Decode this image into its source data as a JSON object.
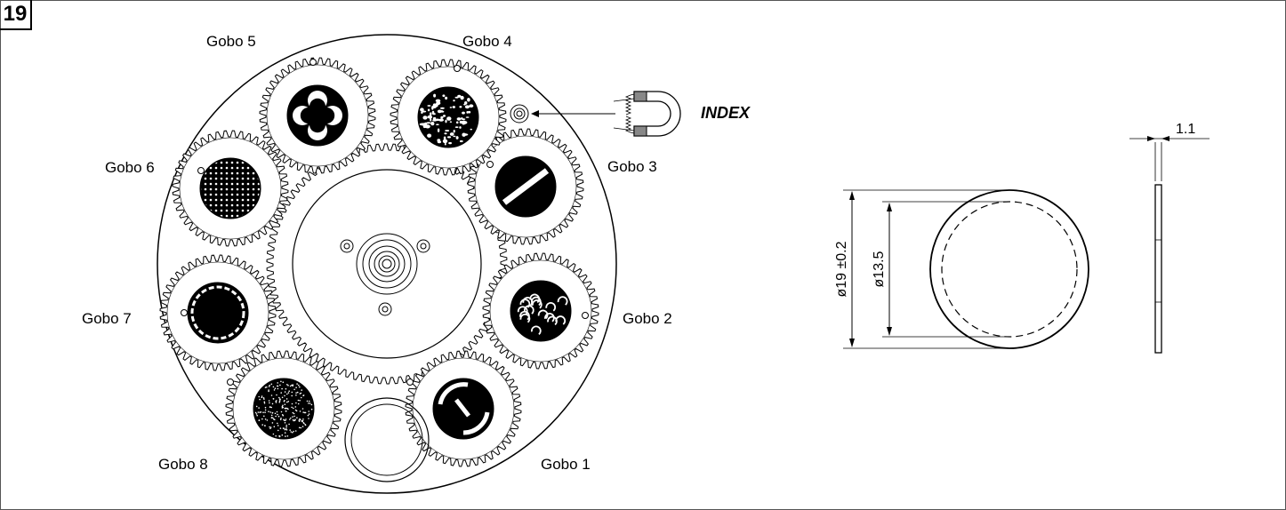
{
  "figure_number": "19",
  "gobos": [
    {
      "label": "Gobo 1",
      "pattern": "slot-with-arc"
    },
    {
      "label": "Gobo 2",
      "pattern": "curly-swirls"
    },
    {
      "label": "Gobo 3",
      "pattern": "diagonal-bar"
    },
    {
      "label": "Gobo 4",
      "pattern": "breakup-texture"
    },
    {
      "label": "Gobo 5",
      "pattern": "four-crescents"
    },
    {
      "label": "Gobo 6",
      "pattern": "mesh-grid"
    },
    {
      "label": "Gobo 7",
      "pattern": "dashed-ring-dot"
    },
    {
      "label": "Gobo 8",
      "pattern": "speckle-dots"
    }
  ],
  "index_label": "INDEX",
  "dimensions": {
    "outer_diameter": "ø19 ±0.2",
    "inner_diameter": "ø13.5",
    "thickness": "1.1"
  },
  "icons": [
    "magnet-icon",
    "index-hole-icon"
  ]
}
